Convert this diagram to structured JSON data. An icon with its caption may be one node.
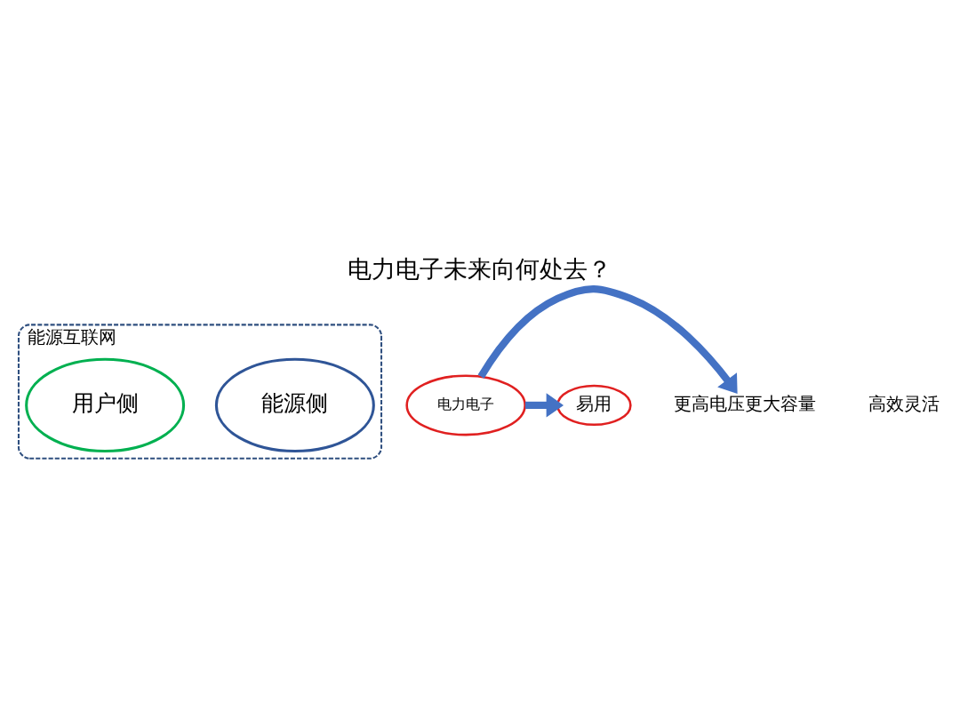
{
  "diagram": {
    "title": "电力电子未来向何处去？",
    "nodes": [
      {
        "text": [
          "能源互联网"
        ]
      },
      {
        "text": [
          "能源侧"
        ],
        "in": 0
      },
      {
        "text": [
          "用户侧"
        ],
        "in": 0
      },
      {
        "text": [
          "电力电子"
        ]
      },
      {
        "text": [
          "更高电压更大容量"
        ]
      },
      {
        "text": [
          "高效灵活"
        ]
      },
      {
        "text": [
          "易用"
        ]
      }
    ],
    "edges": [
      {
        "from": 3,
        "to": 4,
        "arrow": "to"
      },
      {
        "from": 3,
        "to": 6,
        "arrow": "to"
      }
    ]
  }
}
